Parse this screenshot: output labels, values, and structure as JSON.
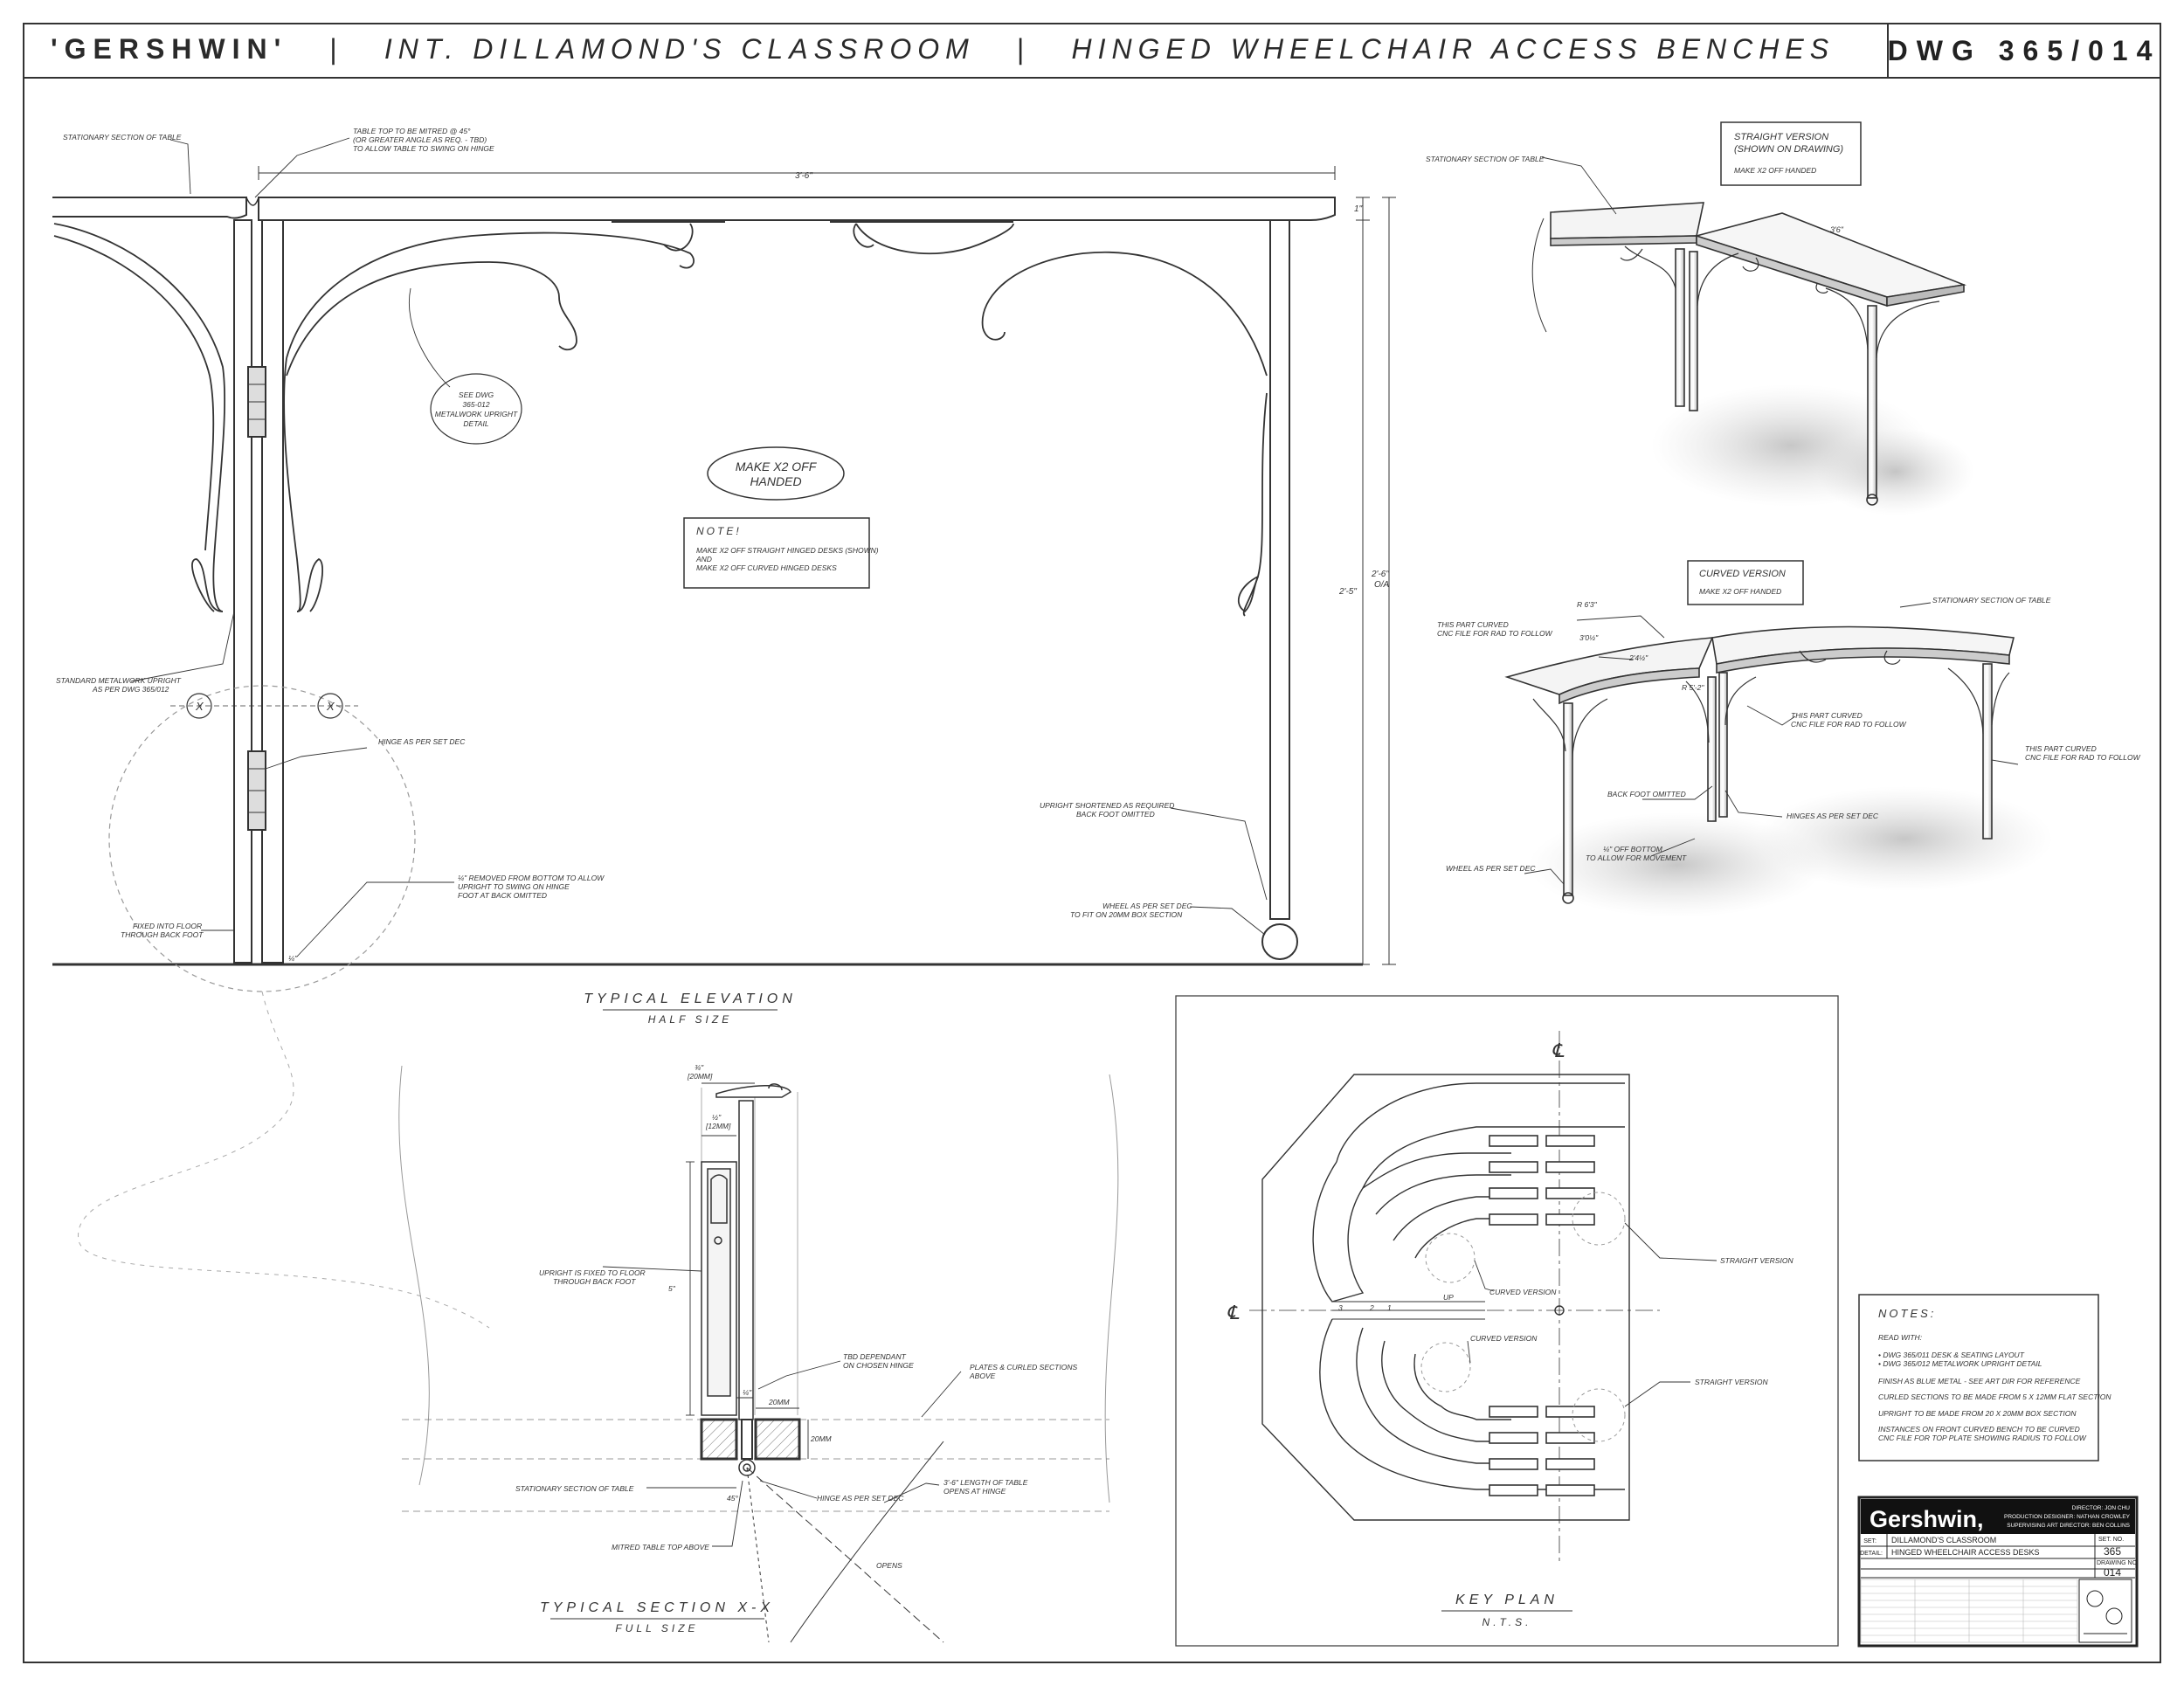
{
  "header": {
    "project": "'GERSHWIN'",
    "sep1": "|",
    "location": "INT. DILLAMOND'S CLASSROOM",
    "sep2": "|",
    "subject": "HINGED WHEELCHAIR ACCESS BENCHES",
    "drawing_no": "DWG 365/014"
  },
  "elevation": {
    "title": "TYPICAL ELEVATION",
    "scale": "HALF SIZE",
    "dim_width": "3'-6\"",
    "dim_top": "1\"",
    "dim_height": "2'-5\"",
    "dim_overall": "2'-6\"",
    "dim_overall_sub": "O/A",
    "note_stationary": "STATIONARY SECTION OF TABLE",
    "note_mitre_1": "TABLE TOP TO BE MITRED @ 45°",
    "note_mitre_2": "(OR GREATER ANGLE AS REQ. - TBD)",
    "note_mitre_3": "TO ALLOW TABLE TO SWING ON HINGE",
    "note_see_1": "SEE DWG",
    "note_see_2": "365-012",
    "note_see_3": "METALWORK UPRIGHT",
    "note_see_4": "DETAIL",
    "note_handed_1": "MAKE X2 OFF",
    "note_handed_2": "HANDED",
    "note_box_title": "NOTE!",
    "note_box_1": "MAKE X2 OFF STRAIGHT HINGED DESKS (SHOWN)",
    "note_box_2": "AND",
    "note_box_3": "MAKE X2 OFF CURVED HINGED DESKS",
    "note_upright_1": "STANDARD METALWORK UPRIGHT",
    "note_upright_2": "AS PER DWG 365/012",
    "note_hinge": "HINGE AS PER SET DEC",
    "note_removed_1": "¼\" REMOVED FROM BOTTOM TO ALLOW",
    "note_removed_2": "UPRIGHT TO SWING ON HINGE",
    "note_removed_3": "FOOT AT BACK OMITTED",
    "note_fixed_1": "FIXED INTO FLOOR",
    "note_fixed_2": "THROUGH BACK FOOT",
    "note_short_1": "UPRIGHT SHORTENED AS REQUIRED",
    "note_short_2": "BACK FOOT OMITTED",
    "note_wheel_1": "WHEEL AS PER SET DEC",
    "note_wheel_2": "TO FIT ON 20MM BOX SECTION",
    "section_marker": "X",
    "gap_dim": "¼\""
  },
  "straight": {
    "title_1": "STRAIGHT VERSION",
    "title_2": "(SHOWN ON DRAWING)",
    "sub": "MAKE X2 OFF HANDED",
    "note_stationary": "STATIONARY SECTION OF TABLE",
    "dim": "3'6\""
  },
  "curved": {
    "title": "CURVED VERSION",
    "sub": "MAKE X2 OFF HANDED",
    "note_stationary": "STATIONARY SECTION OF TABLE",
    "note_part_1": "THIS PART CURVED",
    "note_part_2": "CNC FILE FOR RAD TO FOLLOW",
    "r1": "R 6'3\"",
    "r2": "R 5'-2\"",
    "d1": "3'0½\"",
    "d2": "2'4½\"",
    "note_back_foot": "BACK FOOT OMITTED",
    "note_hinges": "HINGES AS PER SET DEC",
    "note_off_1": "¼\" OFF BOTTOM",
    "note_off_2": "TO ALLOW FOR MOVEMENT",
    "note_wheel": "WHEEL AS PER SET DEC"
  },
  "section": {
    "title": "TYPICAL SECTION X-X",
    "scale": "FULL SIZE",
    "dim_top_1": "¾\"",
    "dim_top_2": "[20MM]",
    "dim_mid_1": "½\"",
    "dim_mid_2": "[12MM]",
    "dim_height": "5\"",
    "note_upright_1": "UPRIGHT IS FIXED TO FLOOR",
    "note_upright_2": "THROUGH BACK FOOT",
    "note_tbd_1": "TBD DEPENDANT",
    "note_tbd_2": "ON CHOSEN HINGE",
    "note_plates_1": "PLATES & CURLED SECTIONS",
    "note_plates_2": "ABOVE",
    "dim_gap": "¼\"",
    "dim_20a": "20MM",
    "dim_20b": "20MM",
    "note_stationary": "STATIONARY SECTION OF TABLE",
    "angle": "45°",
    "note_hinge": "HINGE AS PER SET DEC",
    "note_length_1": "3'-6\" LENGTH OF TABLE",
    "note_length_2": "OPENS AT HINGE",
    "note_mitred": "MITRED TABLE TOP ABOVE",
    "note_opens": "OPENS"
  },
  "keyplan": {
    "title": "KEY PLAN",
    "scale": "N.T.S.",
    "cl": "℄",
    "curved_1": "CURVED VERSION",
    "curved_2": "CURVED VERSION",
    "straight_1": "STRAIGHT VERSION",
    "straight_2": "STRAIGHT VERSION",
    "step_3": "3",
    "step_2": "2",
    "step_1": "1",
    "up": "UP"
  },
  "notes": {
    "title": "NOTES:",
    "read": "READ WITH:",
    "l1": "• DWG 365/011 DESK & SEATING LAYOUT",
    "l2": "• DWG 365/012 METALWORK UPRIGHT DETAIL",
    "l3": "FINISH AS BLUE METAL - SEE ART DIR FOR REFERENCE",
    "l4": "CURLED SECTIONS TO BE MADE FROM 5 X 12MM FLAT SECTION",
    "l5": "UPRIGHT TO BE MADE FROM 20 X 20MM BOX SECTION",
    "l6": "INSTANCES ON FRONT CURVED BENCH TO BE CURVED",
    "l7": "CNC FILE FOR TOP PLATE SHOWING RADIUS TO FOLLOW"
  },
  "titleblock": {
    "logo": "Gershwin,",
    "credits_1": "DIRECTOR: JON CHU",
    "credits_2": "PRODUCTION DESIGNER: NATHAN CROWLEY",
    "credits_3": "SUPERVISING ART DIRECTOR: BEN COLLINS",
    "set_label": "SET:",
    "set": "DILLAMOND'S CLASSROOM",
    "detail_label": "DETAIL:",
    "detail": "HINGED WHEELCHAIR ACCESS DESKS",
    "set_no_label": "SET. NO.",
    "set_no": "365",
    "drawing_no_label": "DRAWING NO.",
    "drawing_no": "014"
  }
}
